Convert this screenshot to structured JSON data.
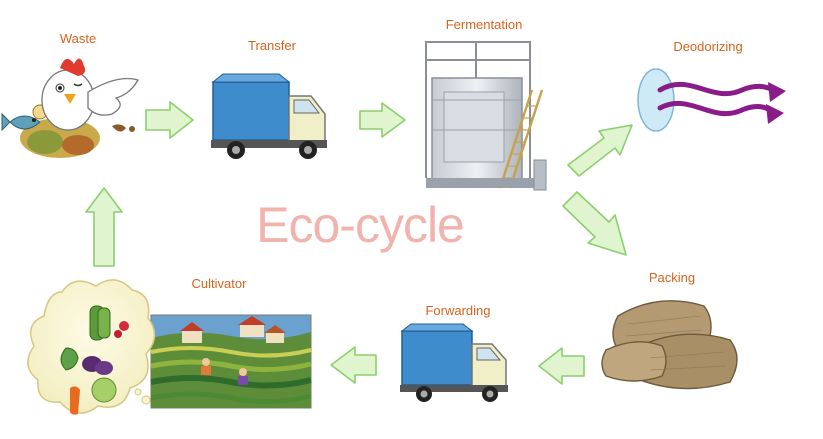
{
  "diagram": {
    "title": "Eco-cycle",
    "stages": {
      "waste": "Waste",
      "transfer": "Transfer",
      "fermentation": "Fermentation",
      "deodorizing": "Deodorizing",
      "packing": "Packing",
      "forwarding": "Forwarding",
      "cultivator": "Cultivator"
    }
  },
  "colors": {
    "label": "#d8621e",
    "title": "#f2b3ad",
    "arrow_fill": "#dff4cf",
    "arrow_stroke": "#8ccf6e",
    "truck_cover": "#3f8ccc",
    "truck_cab": "#f1efc8",
    "odor": "#8a1c8a",
    "sack": "#b39a73"
  },
  "icons": [
    "chicken-icon",
    "truck-icon",
    "fermenter-icon",
    "deodorizer-icon",
    "sack-icon",
    "farm-field-icon",
    "vegetables-icon"
  ]
}
